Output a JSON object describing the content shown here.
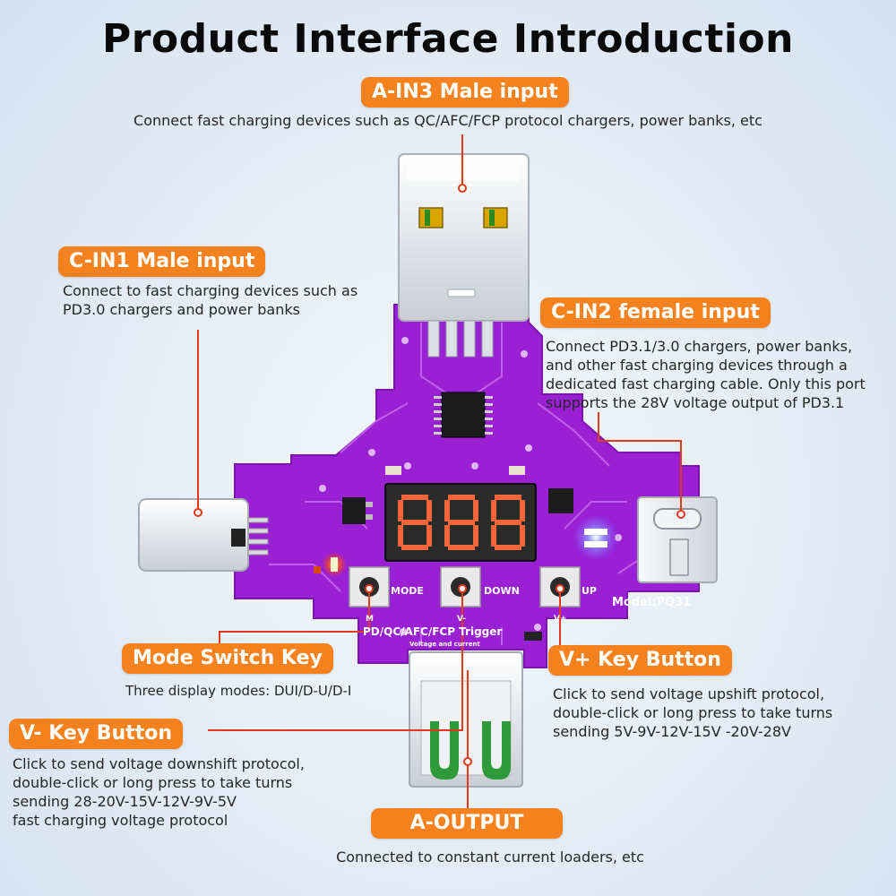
{
  "title": "Product Interface Introduction",
  "colors": {
    "accent": "#f5821f",
    "pcb": "#9b22d6",
    "leader": "#e23a1a",
    "segment": "#ff6a3a"
  },
  "labels": {
    "a_in3": {
      "tag": "A-IN3 Male input",
      "desc": "Connect fast charging devices such as QC/AFC/FCP protocol chargers, power banks, etc"
    },
    "c_in1": {
      "tag": "C-IN1 Male input",
      "desc_lines": [
        "Connect to fast charging devices such as",
        "PD3.0 chargers and power banks"
      ]
    },
    "c_in2": {
      "tag": "C-IN2 female input",
      "desc_lines": [
        "Connect PD3.1/3.0 chargers, power banks,",
        "and other fast charging devices through a",
        "dedicated fast charging cable. Only this port",
        "supports the 28V voltage output of PD3.1"
      ]
    },
    "mode_key": {
      "tag": "Mode Switch Key",
      "desc": "Three display modes: DUI/D-U/D-I"
    },
    "vplus_key": {
      "tag": "V+ Key Button",
      "desc_lines": [
        "Click to send voltage upshift protocol,",
        "double-click or long press to take turns",
        "sending 5V-9V-12V-15V -20V-28V"
      ]
    },
    "vminus_key": {
      "tag": "V- Key Button",
      "desc_lines": [
        "Click to send voltage downshift protocol,",
        "double-click or long press to take turns",
        "sending 28-20V-15V-12V-9V-5V",
        "fast charging voltage protocol"
      ]
    },
    "a_output": {
      "tag": "A-OUTPUT",
      "desc": "Connected to constant current loaders, etc"
    }
  },
  "board": {
    "button_labels": {
      "mode": "MODE",
      "down": "DOWN",
      "up": "UP"
    },
    "side_marks": {
      "m": "M",
      "v_minus": "V-",
      "v_plus": "V+"
    },
    "model": "Model:PQ31",
    "trigger": "PD/QC/AFC/FCP Trigger",
    "trigger_sub": "Voltage and current"
  },
  "icons": [
    "usb-a-male-connector-icon",
    "usb-c-male-connector-icon",
    "usb-c-female-connector-icon",
    "usb-a-female-connector-icon",
    "seven-segment-display-icon",
    "push-button-icon",
    "ic-chip-icon",
    "led-icon"
  ]
}
